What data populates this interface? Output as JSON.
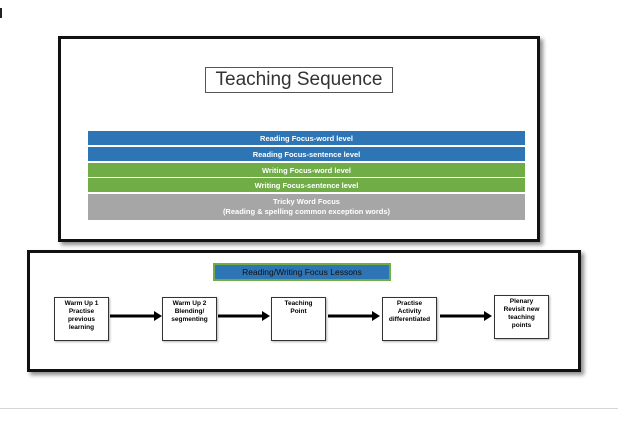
{
  "top_slide": {
    "title": "Teaching Sequence",
    "bars": [
      {
        "label": "Reading Focus-word level",
        "color": "#2e75b6"
      },
      {
        "label": "Reading Focus-sentence level",
        "color": "#2e75b6"
      },
      {
        "label": "Writing Focus-word level",
        "color": "#70ad47"
      },
      {
        "label": "Writing Focus-sentence level",
        "color": "#70ad47"
      },
      {
        "label_line1": "Tricky Word Focus",
        "label_line2": "(Reading & spelling common exception words)",
        "color": "#a6a6a6"
      }
    ]
  },
  "bottom_slide": {
    "header": "Reading/Writing Focus Lessons",
    "steps": [
      {
        "lines": [
          "Warm Up 1",
          "Practise",
          "previous",
          "learning"
        ]
      },
      {
        "lines": [
          "Warm Up 2",
          "Blending/",
          "segmenting"
        ]
      },
      {
        "lines": [
          "Teaching",
          "Point"
        ]
      },
      {
        "lines": [
          "Practise",
          "Activity",
          "differentiated"
        ]
      },
      {
        "lines": [
          "Plenary",
          "Revisit new",
          "teaching",
          "points"
        ]
      }
    ]
  }
}
